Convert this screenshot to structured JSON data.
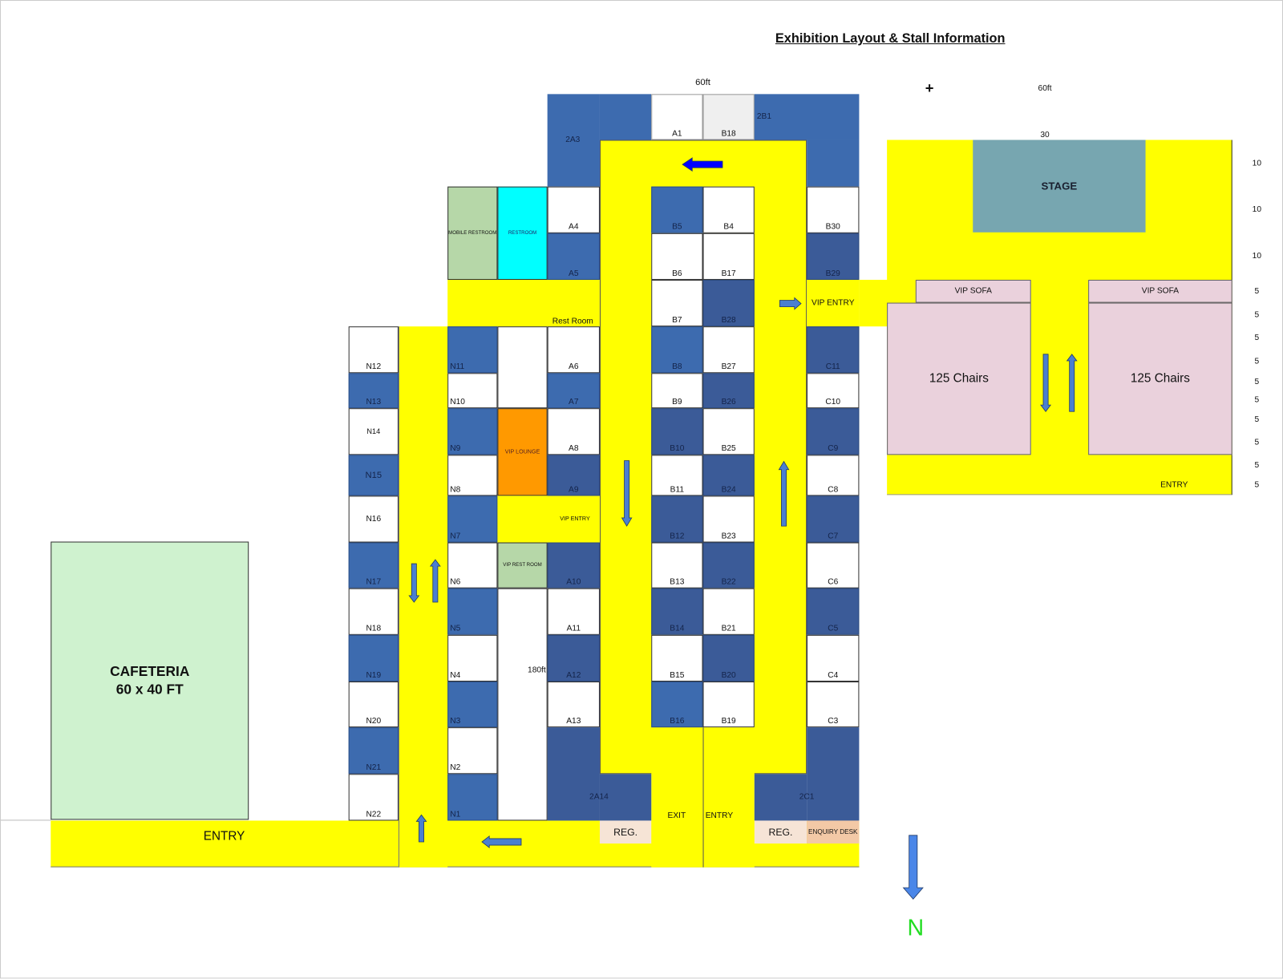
{
  "title": "Exhibition Layout & Stall Information",
  "dimensions": {
    "main_width": "60ft",
    "hall_width": "60ft",
    "stage_width": "30",
    "length": "180ft",
    "plus": "+"
  },
  "hall_scale": [
    "10",
    "10",
    "10",
    "5",
    "5",
    "5",
    "5",
    "5",
    "5",
    "5",
    "5",
    "5",
    "5"
  ],
  "stalls": {
    "top": [
      "2A3",
      "A1",
      "B18",
      "2B1"
    ],
    "a_upper": [
      "A4",
      "A5"
    ],
    "b_upper": [
      "B5",
      "B4",
      "B6",
      "B17",
      "B7",
      "B28"
    ],
    "c_upper": [
      "B30",
      "B29"
    ],
    "n_outer": [
      "N12",
      "N13",
      "N14",
      "N15",
      "N16",
      "N17",
      "N18",
      "N19",
      "N20",
      "N21",
      "N22"
    ],
    "n_inner": [
      "N11",
      "N10",
      "N9",
      "N8",
      "N7",
      "N6",
      "N5",
      "N4",
      "N3",
      "N2",
      "N1"
    ],
    "a": [
      "A6",
      "A7",
      "A8",
      "A9",
      "A10",
      "A11",
      "A12",
      "A13"
    ],
    "b_left": [
      "B8",
      "B9",
      "B10",
      "B11",
      "B12",
      "B13",
      "B14",
      "B15",
      "B16"
    ],
    "b_right": [
      "B27",
      "B26",
      "B25",
      "B24",
      "B23",
      "B22",
      "B21",
      "B20",
      "B19"
    ],
    "c": [
      "C11",
      "C10",
      "C9",
      "C8",
      "C7",
      "C6",
      "C5",
      "C4",
      "C3"
    ],
    "corner": [
      "2A14",
      "2C1"
    ]
  },
  "facilities": {
    "mobile_restroom": "MOBILE RESTROOM",
    "restroom": "RESTROOM",
    "rest_room_label": "Rest Room",
    "vip_entry_main": "VIP ENTRY",
    "vip_lounge": "VIP LOUNGE",
    "vip_entry_inner": "VIP ENTRY",
    "vip_rest_room": "VIP REST ROOM",
    "reg_left": "REG.",
    "reg_right": "REG.",
    "enquiry_desk": "ENQUIRY DESK",
    "exit": "EXIT",
    "entry_center": "ENTRY",
    "entry_bottom": "ENTRY",
    "cafeteria_name": "CAFETERIA",
    "cafeteria_size": "60 x 40 FT"
  },
  "hall": {
    "stage": "STAGE",
    "vip_sofa_left": "VIP SOFA",
    "vip_sofa_right": "VIP SOFA",
    "chairs_left": "125 Chairs",
    "chairs_right": "125 Chairs",
    "entry": "ENTRY"
  },
  "compass": "N",
  "colors": {
    "aisle": "#ffff00",
    "stall_blue": "#3d6baf",
    "stall_dark": "#3b5b98",
    "arrow": "#4a86e8",
    "north": "#22dd22"
  }
}
